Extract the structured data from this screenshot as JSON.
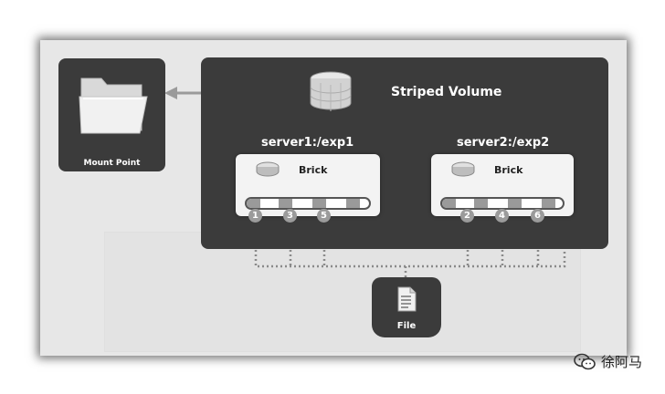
{
  "mount_point": {
    "label": "Mount Point",
    "icon": "folder-icon"
  },
  "volume": {
    "title": "Striped Volume",
    "icon": "database-icon"
  },
  "servers": [
    {
      "path": "server1:/exp1",
      "brick_label": "Brick",
      "chunks": [
        "1",
        "3",
        "5"
      ]
    },
    {
      "path": "server2:/exp2",
      "brick_label": "Brick",
      "chunks": [
        "2",
        "4",
        "6"
      ]
    }
  ],
  "file": {
    "label": "File",
    "icon": "document-icon"
  },
  "watermark": {
    "text": "徐阿马",
    "icon": "wechat-icon"
  },
  "colors": {
    "panel": "#3b3b3b",
    "background": "#e7e7e7",
    "connector": "#8a8a8a"
  }
}
